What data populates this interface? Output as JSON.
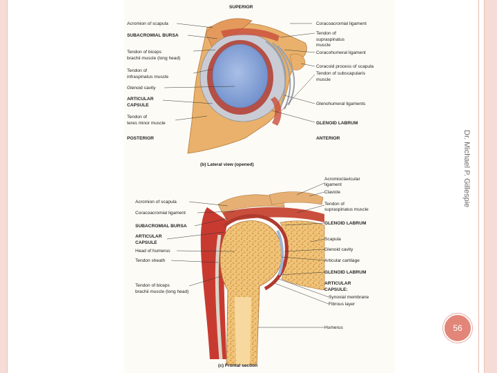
{
  "author": "Dr. Michael P. Gillespie",
  "page_number": "56",
  "figure_b": {
    "orientation_top": "SUPERIOR",
    "orientation_left": "POSTERIOR",
    "orientation_right": "ANTERIOR",
    "caption": "(b) Lateral view (opened)",
    "left_labels": [
      "Acromion of scapula",
      "SUBACROMIAL BURSA",
      "Tendon of biceps",
      "brachii muscle (long head)",
      "Tendon of",
      "infraspinatus muscle",
      "Glenoid cavity",
      "ARTICULAR",
      "CAPSULE",
      "Tendon of",
      "teres minor muscle"
    ],
    "right_labels": [
      "Coracoacromial ligament",
      "Tendon of",
      "supraspinatus",
      "muscle",
      "Coracohumeral ligament",
      "Coracoid process of scapula",
      "Tendon of subscapularis",
      "muscle",
      "Glenohumeral ligaments",
      "GLENOID LABRUM"
    ]
  },
  "figure_c": {
    "caption": "(c) Frontal section",
    "left_labels": [
      "Acromion of scapula",
      "Coracoacromial ligament",
      "SUBACROMIAL BURSA",
      "ARTICULAR",
      "CAPSULE",
      "Head of humerus",
      "Tendon sheath",
      "Tendon of biceps",
      "brachii muscle (long head)"
    ],
    "right_labels": [
      "Acromioclavicular",
      "ligament",
      "Clavicle",
      "Tendon of",
      "supraspinatus muscle",
      "GLENOID LABRUM",
      "Scapula",
      "Glenoid cavity",
      "Articular cartilage",
      "GLENOID LABRUM",
      "ARTICULAR",
      "CAPSULE:",
      "Synovial membrane",
      "Fibrous layer",
      "Humerus"
    ]
  }
}
